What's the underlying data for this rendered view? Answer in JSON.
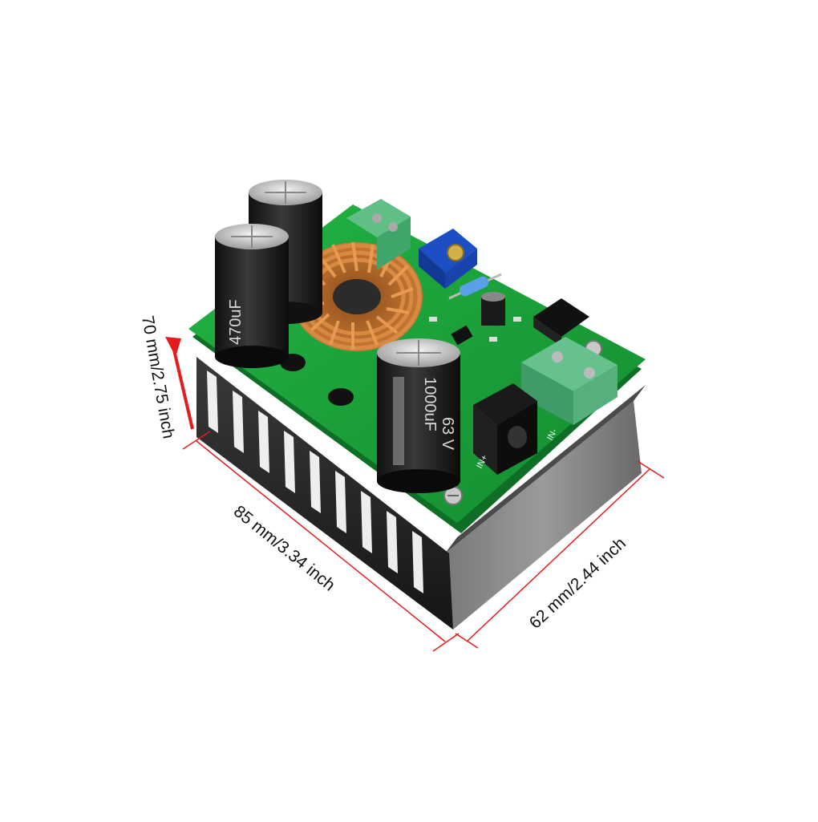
{
  "dimensions": {
    "height_label": "70 mm/2.75 inch",
    "length_label": "85 mm/3.34 inch",
    "width_label": "62 mm/2.44 inch"
  },
  "components": {
    "cap_small_text": "470uF",
    "cap_large_text": "1000uF",
    "cap_large_voltage": "63 V",
    "input_label": "IN+",
    "input_minus_label": "IN-"
  },
  "colors": {
    "pcb": "#1aa03a",
    "heatsink": "#2b2b2b",
    "dimension_line": "#e31c1c",
    "copper": "#c46a26"
  }
}
